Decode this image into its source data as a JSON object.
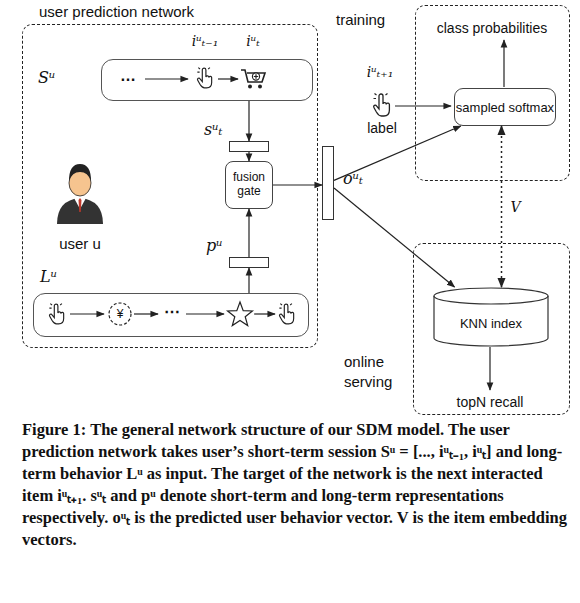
{
  "diagram": {
    "caption": "Figure 1: The general network structure of our SDM model. The user prediction network takes user’s short-term session Sᵘ = [..., iᵘₜ₋₁, iᵘₜ] and long-term behavior Lᵘ as input. The target of the network is the next interacted item iᵘₜ₊₁. sᵘₜ and pᵘ denote short-term and long-term representations respectively. oᵘₜ is the predicted user behavior vector. V is the item embedding vectors.",
    "nodes": [
      {
        "text": [
          "user prediction network"
        ]
      },
      {
        "text": [
          "Sᵘ"
        ],
        "in": 0
      },
      {
        "text": [
          "sᵘₜ"
        ],
        "in": 0
      },
      {
        "text": [
          "fusion gate"
        ],
        "in": 0
      },
      {
        "text": [
          "pᵘ"
        ],
        "in": 0
      },
      {
        "text": [
          "Lᵘ"
        ],
        "in": 0
      },
      {
        "text": [
          "oᵘₜ"
        ]
      },
      {
        "text": [
          "training"
        ]
      },
      {
        "text": [
          "sampled softmax"
        ],
        "in": 7
      },
      {
        "text": [
          "online serving"
        ]
      },
      {
        "text": [
          "KNN index"
        ],
        "in": 9
      }
    ],
    "edges": [
      {
        "from": 1,
        "to": 2,
        "arrow": "to"
      },
      {
        "from": 2,
        "to": 3,
        "arrow": "to"
      },
      {
        "from": 5,
        "to": 4,
        "arrow": "to"
      },
      {
        "from": 4,
        "to": 3,
        "arrow": "to"
      },
      {
        "from": 3,
        "to": 6,
        "arrow": "to"
      },
      {
        "from": 6,
        "to": 8,
        "arrow": "to"
      },
      {
        "from": 6,
        "to": 10,
        "arrow": "to"
      },
      {
        "from": 8,
        "to": 10,
        "arrow": "both",
        "label": "V"
      }
    ],
    "labels": [
      "iᵘₜ₋₁",
      "iᵘₜ",
      "…",
      "¥",
      "⋯",
      "user u",
      "iᵘₜ₊₁",
      "label",
      "class probabilities",
      "topN recall"
    ]
  }
}
